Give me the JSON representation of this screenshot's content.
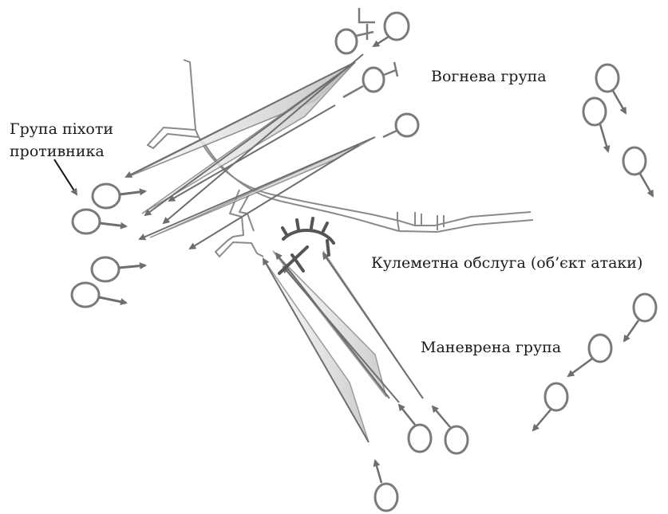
{
  "labels": {
    "fire_group": "Вогнева група",
    "enemy_group_line1": "Група піхоти",
    "enemy_group_line2": "противника",
    "machine_gun_crew": "Кулеметна обслуга (об’єкт атаки)",
    "maneuver_group": "Маневрена група"
  },
  "colors": {
    "soldier_stroke": "#7a7a7a",
    "arrow": "#6e6e6e",
    "trench": "#8a8a8a",
    "label_text": "#1a1a1a",
    "fire_cone": "#c8c8c8"
  }
}
